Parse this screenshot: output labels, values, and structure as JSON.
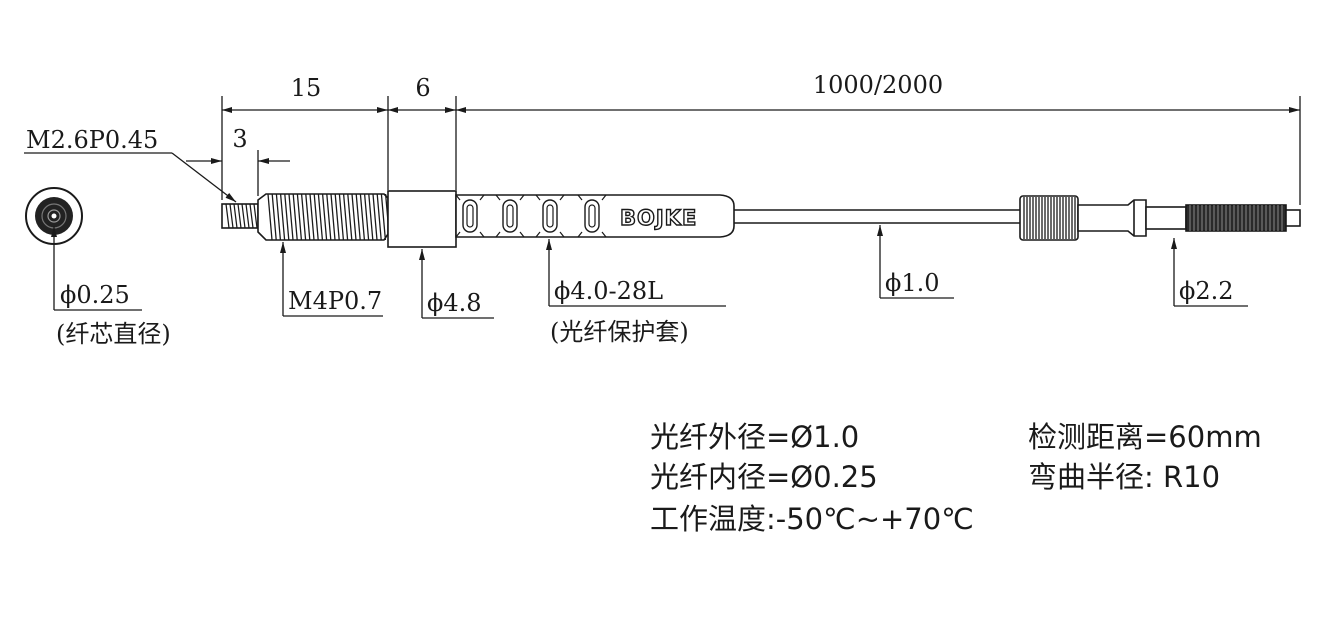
{
  "dimensions": {
    "len_15": "15",
    "len_6": "6",
    "len_1000": "1000/2000",
    "len_3": "3",
    "thread_tip": "M2.6P0.45"
  },
  "callouts": {
    "core_dia": "ϕ0.25",
    "core_dia_note": "(纤芯直径)",
    "thread_body": "M4P0.7",
    "collar_dia": "ϕ4.8",
    "sleeve_dia": "ϕ4.0-28L",
    "sleeve_note": "(光纤保护套)",
    "fiber_dia": "ϕ1.0",
    "connector_dia": "ϕ2.2"
  },
  "brand": "BOJKE",
  "specs": {
    "fiber_od": "光纤外径=Ø1.0",
    "fiber_id": "光纤内径=Ø0.25",
    "temp": "工作温度:-50℃~+70℃",
    "distance": "检测距离=60mm",
    "bend": "弯曲半径: R10"
  },
  "colors": {
    "line": "#1a1a1a",
    "fill": "#ffffff",
    "knurl": "#2a2a2a"
  }
}
